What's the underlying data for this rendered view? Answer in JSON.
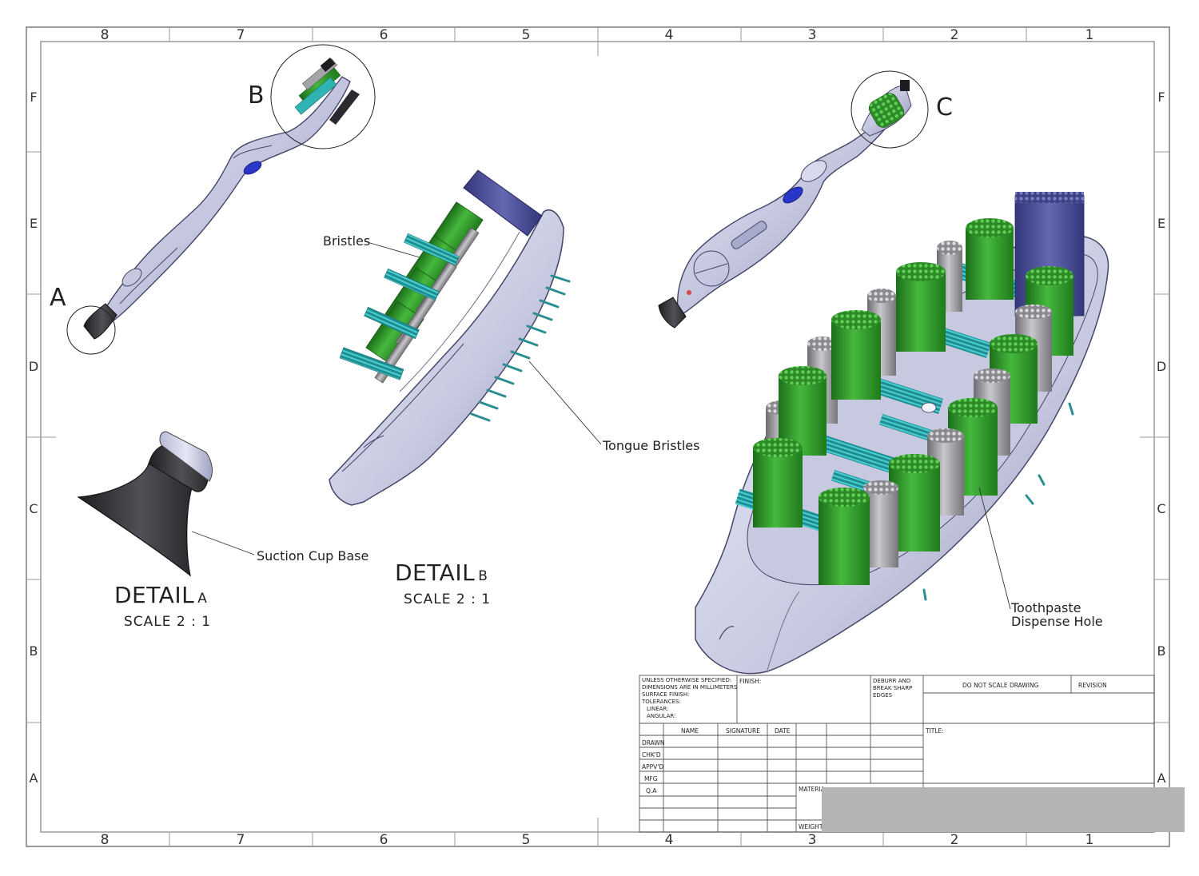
{
  "zones": {
    "columns": [
      "8",
      "7",
      "6",
      "5",
      "4",
      "3",
      "2",
      "1"
    ],
    "rows": [
      "F",
      "E",
      "D",
      "C",
      "B",
      "A"
    ]
  },
  "callouts": {
    "a": "A",
    "b": "B",
    "c": "C"
  },
  "annotations": {
    "bristles": "Bristles",
    "tongue_bristles": "Tongue Bristles",
    "suction_cup_base": "Suction Cup Base",
    "toothpaste_line1": "Toothpaste",
    "toothpaste_line2": "Dispense Hole"
  },
  "details": {
    "a": {
      "word": "DETAIL",
      "letter": "A",
      "scale": "SCALE 2 : 1"
    },
    "b": {
      "word": "DETAIL",
      "letter": "B",
      "scale": "SCALE 2 : 1"
    }
  },
  "colors": {
    "body": "#c9cbe2",
    "body_shadow": "#8e90b4",
    "green_bristle": "#2f9a2a",
    "grey_bristle": "#a4a4a8",
    "teal_bristle": "#2fb3b3",
    "navy_bristle": "#4a4e94",
    "suction": "#3a3a3e",
    "redaction": "#b4b4b4"
  },
  "title_block": {
    "unless_lines": [
      "UNLESS OTHERWISE SPECIFIED:",
      "DIMENSIONS ARE IN MILLIMETERS",
      "SURFACE FINISH:",
      "TOLERANCES:",
      "  LINEAR:",
      "  ANGULAR:"
    ],
    "finish": "FINISH:",
    "deburr_lines": [
      "DEBURR AND",
      "BREAK SHARP",
      "EDGES"
    ],
    "do_not_scale": "DO NOT SCALE DRAWING",
    "revision": "REVISION",
    "headers": {
      "name": "NAME",
      "signature": "SIGNATURE",
      "date": "DATE"
    },
    "row_labels": [
      "DRAWN",
      "CHK'D",
      "APPV'D",
      "MFG",
      "Q.A"
    ],
    "title": "TITLE:",
    "material": "MATERIA",
    "weight": "WEIGHT"
  }
}
